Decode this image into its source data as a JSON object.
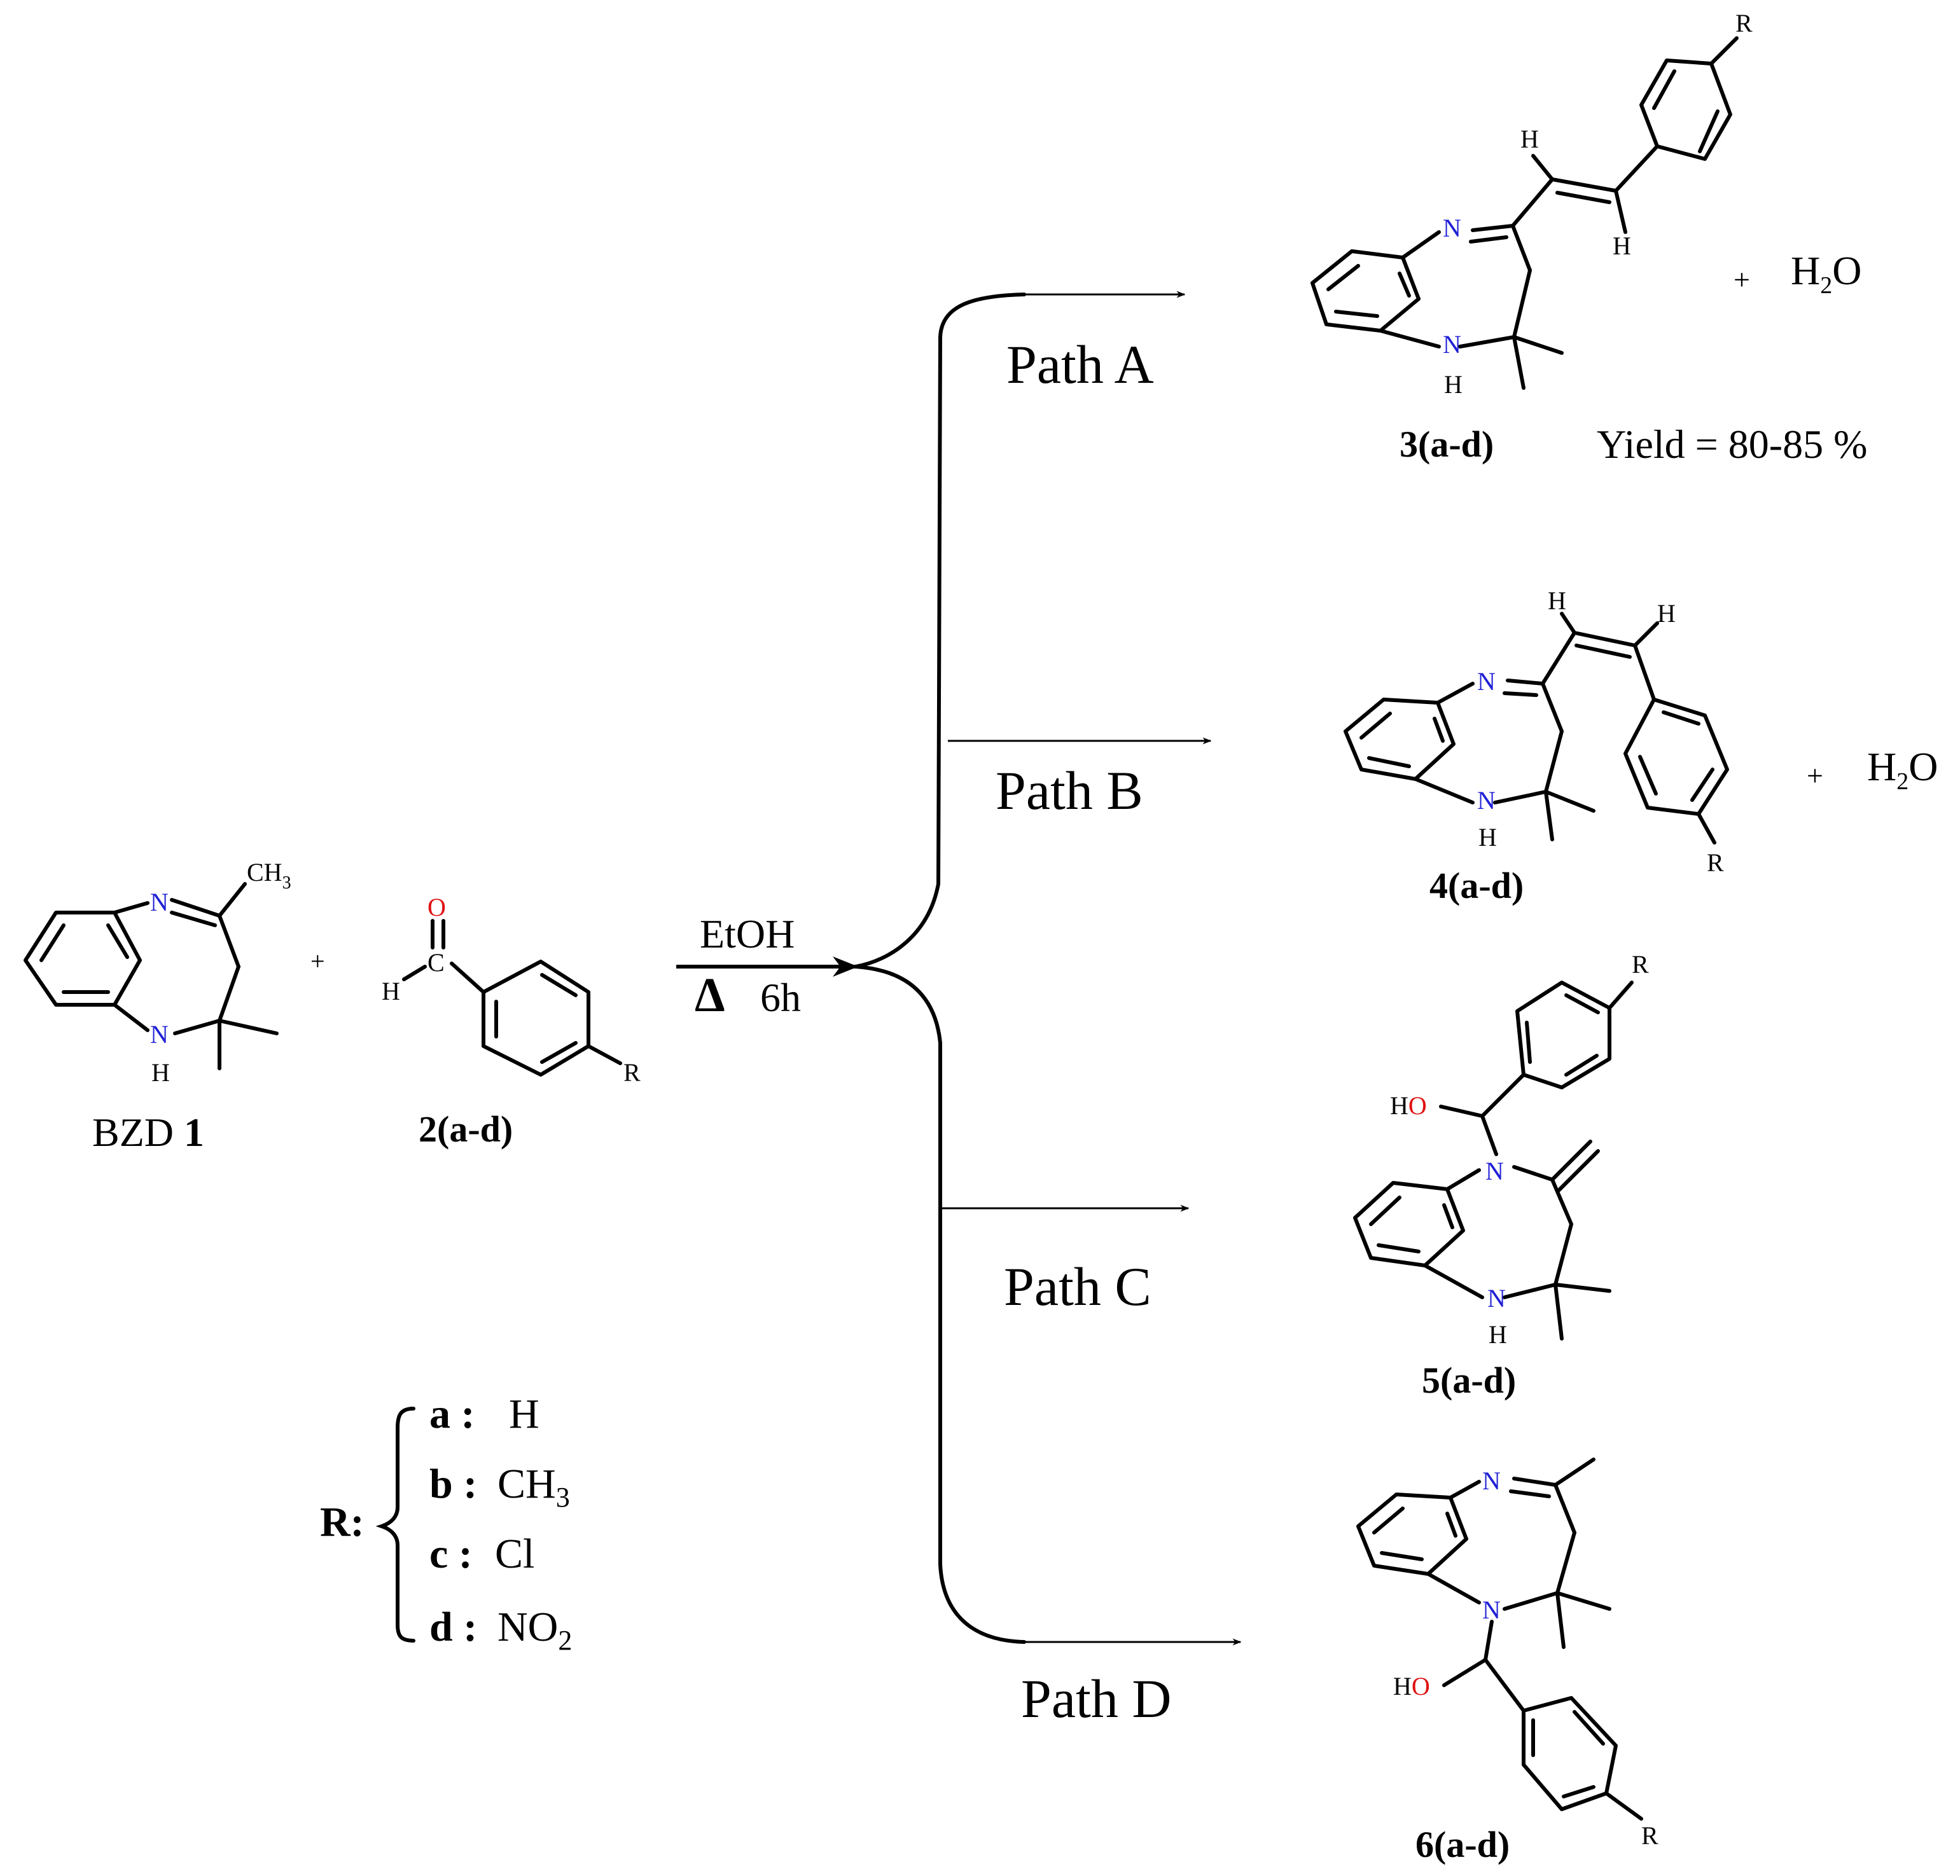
{
  "atoms": {
    "N": "N",
    "H": "H",
    "O": "O",
    "R": "R",
    "C": "C",
    "HO_H": "H",
    "HO_O": "O",
    "CH3_main": "CH",
    "CH3_sub": "3"
  },
  "reactants": {
    "bzd_label_text": "BZD",
    "bzd_label_num": "1",
    "aldehyde_label": "2(a-d)",
    "plus": "+"
  },
  "conditions": {
    "solvent": "EtOH",
    "heat_symbol": "Δ",
    "time": "6h"
  },
  "paths": {
    "a": "Path A",
    "b": "Path B",
    "c": "Path C",
    "d": "Path D"
  },
  "products": {
    "p3_label": "3(a-d)",
    "p3_yield": "Yield = 80-85 %",
    "p4_label": "4(a-d)",
    "p5_label": "5(a-d)",
    "p6_label": "6(a-d)",
    "water_plus": "+",
    "water_H": "H",
    "water_sub": "2",
    "water_O": "O"
  },
  "legend": {
    "title": "R:",
    "a_key": "a :",
    "a_val": "H",
    "b_key": "b :",
    "b_val": "CH",
    "b_sub": "3",
    "c_key": "c :",
    "c_val": "Cl",
    "d_key": "d :",
    "d_val": "NO",
    "d_sub": "2"
  }
}
